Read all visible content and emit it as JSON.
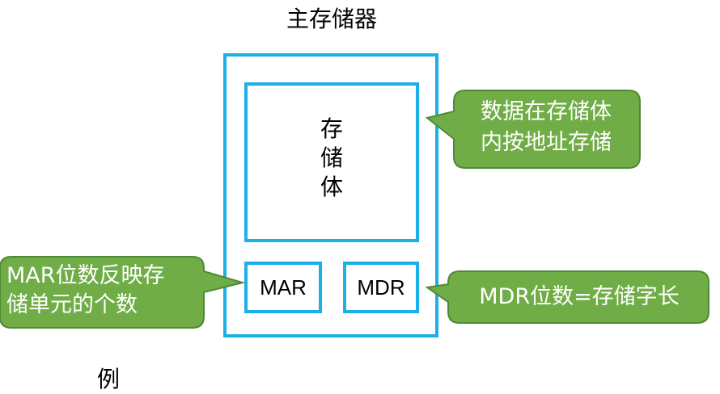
{
  "diagram": {
    "title": "主存储器",
    "storage_body_label": "存\n储\n体",
    "mar_label": "MAR",
    "mdr_label": "MDR",
    "callouts": {
      "storage": "数据在存储体\n内按地址存储",
      "mar": "MAR位数反映存\n储单元的个数",
      "mdr": "MDR位数=存储字长"
    },
    "bottom_partial_text": "例"
  },
  "colors": {
    "box_border": "#1ab0e8",
    "callout_fill": "#70ad47",
    "callout_border": "#4e8a35",
    "callout_text": "#ffffff"
  }
}
